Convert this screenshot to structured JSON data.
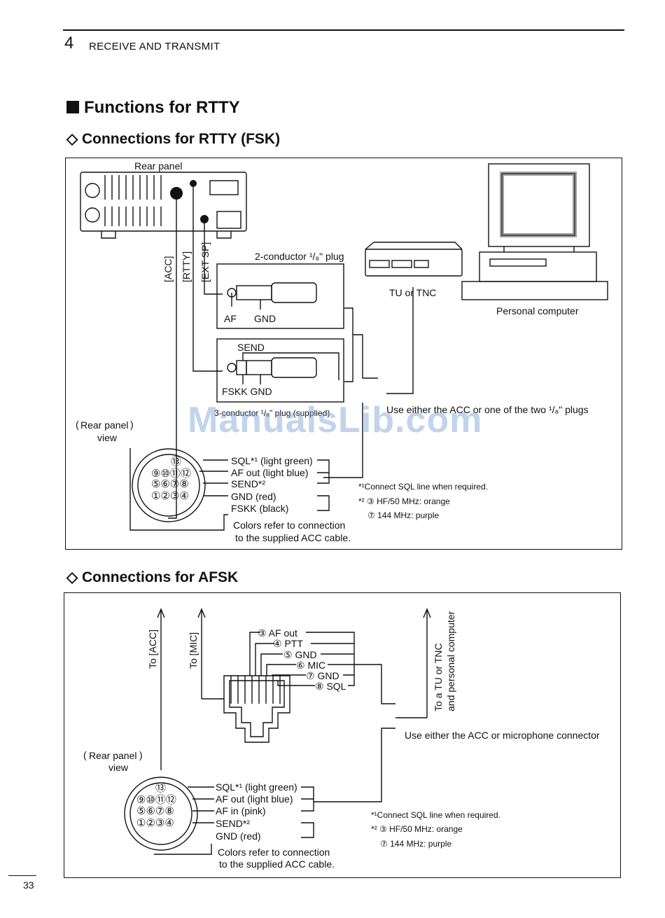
{
  "header": {
    "chapter_number": "4",
    "chapter_title": "RECEIVE AND TRANSMIT"
  },
  "section_title": "Functions for RTTY",
  "fsk": {
    "heading": "◇ Connections for RTTY (FSK)",
    "rear_panel": "Rear panel",
    "port_acc": "[ACC]",
    "port_rtty": "[RTTY]",
    "port_ext_sp": "[EXT SP]",
    "plug2_label": "2-conductor ¹/₈\" plug",
    "plug2_af": "AF",
    "plug2_gnd": "GND",
    "plug3_send": "SEND",
    "plug3_fskk_gnd": "FSKK GND",
    "plug3_label": "3-conductor ¹/₈\" plug (supplied)",
    "tu_label": "TU or TNC",
    "pc_label": "Personal computer",
    "use_either": "Use either the ACC or one of the two ¹/₈\" plugs",
    "rear_view_1": "Rear panel",
    "rear_view_2": "view",
    "pins_13": "⑬",
    "pins_row2": "⑨⑩⑪⑫",
    "pins_row3": "⑤⑥⑦⑧",
    "pins_row4": "①②③④",
    "sig_sql": "SQL*¹ (light green)",
    "sig_afout": "AF out (light blue)",
    "sig_send": "SEND*²",
    "sig_gnd": "GND (red)",
    "sig_fskk": "FSKK (black)",
    "colors_1": "Colors refer to connection",
    "colors_2": "to the supplied ACC cable.",
    "note1": "*¹Connect SQL line when required.",
    "note2_a": "*² ③ HF/50 MHz: orange",
    "note2_b": "⑦ 144 MHz: purple"
  },
  "afsk": {
    "heading": "◇ Connections for AFSK",
    "to_acc": "To [ACC]",
    "to_mic": "To [MIC]",
    "mic_af_out": "③ AF out",
    "mic_ptt": "④ PTT",
    "mic_gnd1": "⑤ GND",
    "mic_mic": "⑥ MIC",
    "mic_gnd2": "⑦ GND",
    "mic_sql": "⑧ SQL",
    "to_tu_1": "To a TU or TNC",
    "to_tu_2": "and personal computer",
    "use_either": "Use either the ACC or microphone connector",
    "rear_view_1": "Rear panel",
    "rear_view_2": "view",
    "pins_13": "⑬",
    "pins_row2": "⑨⑩⑪⑫",
    "pins_row3": "⑤⑥⑦⑧",
    "pins_row4": "①②③④",
    "sig_sql": "SQL*¹ (light green)",
    "sig_afout": "AF out (light blue)",
    "sig_afin": "AF in (pink)",
    "sig_send": "SEND*²",
    "sig_gnd": "GND (red)",
    "colors_1": "Colors refer to connection",
    "colors_2": "to the supplied ACC cable.",
    "note1": "*¹Connect SQL line when required.",
    "note2_a": "*² ③ HF/50 MHz: orange",
    "note2_b": "⑦ 144 MHz: purple"
  },
  "watermark": "ManualsLib.com",
  "page_number": "33"
}
